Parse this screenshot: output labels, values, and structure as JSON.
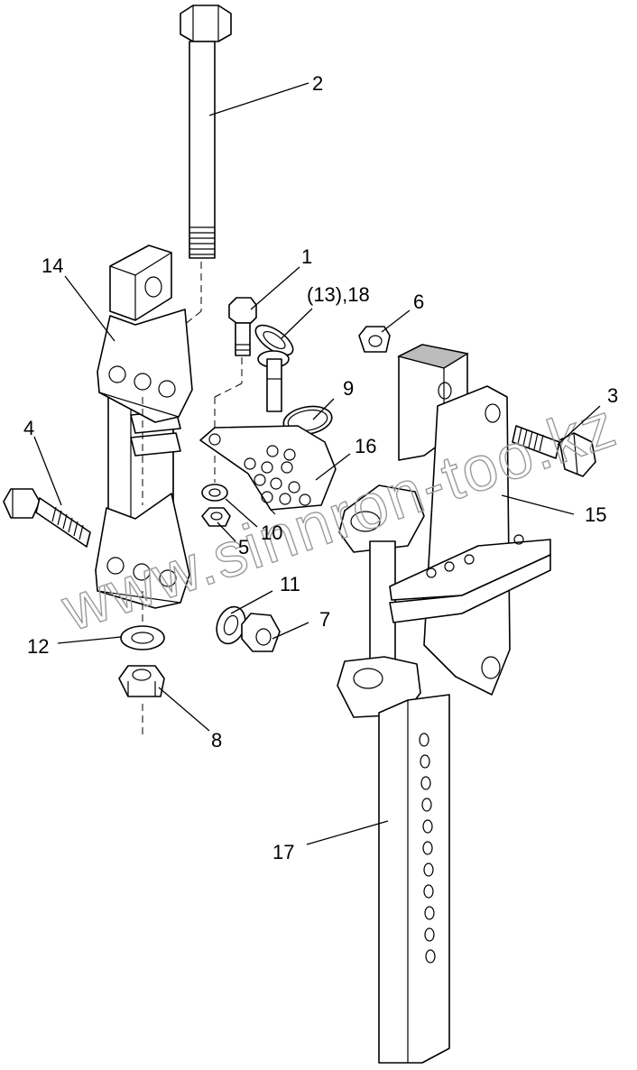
{
  "watermark": "www.sinnron-too.kz",
  "callouts": [
    {
      "id": "c2",
      "text": "2"
    },
    {
      "id": "c14",
      "text": "14"
    },
    {
      "id": "c1",
      "text": "1"
    },
    {
      "id": "c13",
      "text": "(13),18"
    },
    {
      "id": "c6",
      "text": "6"
    },
    {
      "id": "c9",
      "text": "9"
    },
    {
      "id": "c3",
      "text": "3"
    },
    {
      "id": "c4",
      "text": "4"
    },
    {
      "id": "c16",
      "text": "16"
    },
    {
      "id": "c15",
      "text": "15"
    },
    {
      "id": "c10",
      "text": "10"
    },
    {
      "id": "c5",
      "text": "5"
    },
    {
      "id": "c11",
      "text": "11"
    },
    {
      "id": "c7",
      "text": "7"
    },
    {
      "id": "c12",
      "text": "12"
    },
    {
      "id": "c8",
      "text": "8"
    },
    {
      "id": "c17",
      "text": "17"
    }
  ]
}
